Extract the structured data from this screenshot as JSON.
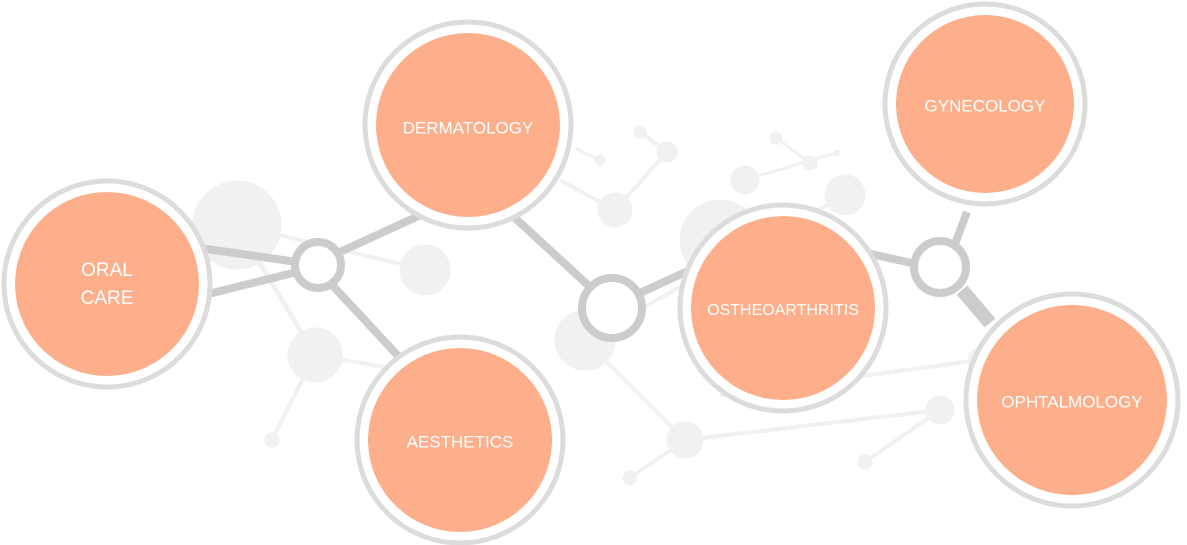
{
  "diagram": {
    "colors": {
      "node_fill": "#fcaf8a",
      "node_ring": "#dcdcdc",
      "connector": "#cccccc",
      "background_molecule": "#f1f1f1",
      "label": "#ffffff"
    },
    "nodes": [
      {
        "id": "oral-care",
        "lines": [
          "ORAL",
          "CARE"
        ]
      },
      {
        "id": "dermatology",
        "lines": [
          "DERMATOLOGY"
        ]
      },
      {
        "id": "aesthetics",
        "lines": [
          "AESTHETICS"
        ]
      },
      {
        "id": "ostheoarthritis",
        "lines": [
          "OSTHEOARTHRITIS"
        ]
      },
      {
        "id": "gynecology",
        "lines": [
          "GYNECOLOGY"
        ]
      },
      {
        "id": "ophtalmology",
        "lines": [
          "OPHTALMOLOGY"
        ]
      }
    ]
  }
}
